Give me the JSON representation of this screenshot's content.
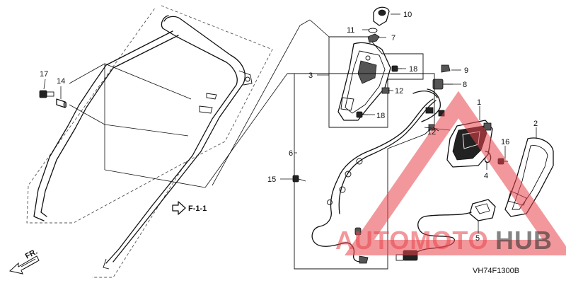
{
  "diagram": {
    "callouts": [
      {
        "id": "c10",
        "label": "10"
      },
      {
        "id": "c11",
        "label": "11"
      },
      {
        "id": "c7",
        "label": "7"
      },
      {
        "id": "c3",
        "label": "3"
      },
      {
        "id": "c18a",
        "label": "18"
      },
      {
        "id": "c9",
        "label": "9"
      },
      {
        "id": "c8",
        "label": "8"
      },
      {
        "id": "c12a",
        "label": "12"
      },
      {
        "id": "c18b",
        "label": "18"
      },
      {
        "id": "c1",
        "label": "1"
      },
      {
        "id": "c2",
        "label": "2"
      },
      {
        "id": "c12b",
        "label": "12"
      },
      {
        "id": "c16",
        "label": "16"
      },
      {
        "id": "c4",
        "label": "4"
      },
      {
        "id": "c6",
        "label": "6"
      },
      {
        "id": "c15",
        "label": "15"
      },
      {
        "id": "c5",
        "label": "5"
      },
      {
        "id": "c17",
        "label": "17"
      },
      {
        "id": "c14",
        "label": "14"
      }
    ],
    "reference_label": "F-1-1",
    "direction_label": "FR.",
    "drawing_code": "VH74F1300B"
  },
  "watermark": {
    "text_part1": "AUTOMOTO",
    "text_part2": "HUB",
    "color_primary": "#e8434b",
    "color_secondary": "#333333"
  }
}
